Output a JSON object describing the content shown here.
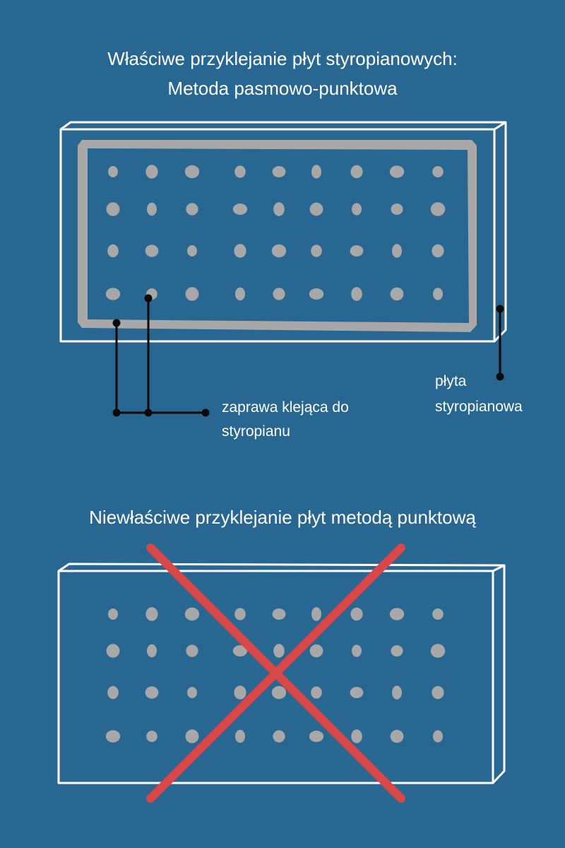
{
  "top_section": {
    "title_line1": "Właściwe przyklejanie płyt styropianowych:",
    "title_line2": "Metoda pasmowo-punktowa",
    "label_adhesive_line1": "zaprawa klejąca do",
    "label_adhesive_line2": "styropianu",
    "label_board_line1": "płyta",
    "label_board_line2": "styropianowa"
  },
  "bottom_section": {
    "title": "Niewłaściwe przyklejanie płyt metodą punktową"
  },
  "colors": {
    "background": "#286791",
    "board_outline": "#ffffff",
    "adhesive": "#a8a8a8",
    "leader_line": "#0a0a0a",
    "cross": "#d94848"
  },
  "dots": {
    "columns_x": [
      160,
      215,
      272,
      340,
      395,
      448,
      505,
      562,
      620
    ],
    "top_rows_y": [
      243,
      296,
      355,
      416
    ],
    "bottom_rows_y": [
      869,
      921,
      980,
      1042
    ]
  }
}
